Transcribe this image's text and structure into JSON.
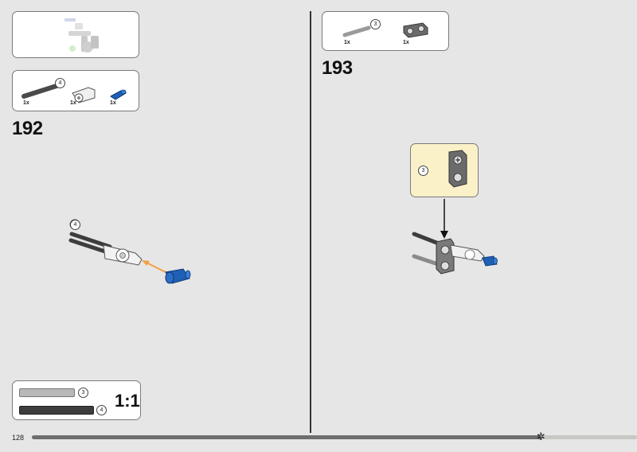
{
  "page": {
    "number": "128",
    "progress": 0.842
  },
  "thumbnail": {
    "description_icon": "previous-model-thumbnail"
  },
  "step192": {
    "number": "192",
    "parts": [
      {
        "qty": "1x",
        "length": "4",
        "icon": "axle-4-icon",
        "color": "#4a4a4a"
      },
      {
        "qty": "1x",
        "length": "",
        "icon": "axle-connector-icon",
        "color": "#f0f0f0"
      },
      {
        "qty": "1x",
        "length": "",
        "icon": "blue-pin-icon",
        "color": "#1f5fb5"
      }
    ],
    "callout": "4"
  },
  "step193": {
    "number": "193",
    "parts": [
      {
        "qty": "1x",
        "length": "3",
        "icon": "axle-3-icon",
        "color": "#9a9a9a"
      },
      {
        "qty": "1x",
        "length": "",
        "icon": "cross-block-icon",
        "color": "#6b6b6b"
      }
    ],
    "callout": "3"
  },
  "scale": {
    "ratio": "1:1",
    "items": [
      {
        "length": "3",
        "color": "#b8b8b8"
      },
      {
        "length": "4",
        "color": "#3d3d3d"
      }
    ]
  },
  "colors": {
    "orange_arrow": "#f0a040",
    "callout_bg": "#fbf1c8",
    "blue": "#1f5fb5"
  }
}
